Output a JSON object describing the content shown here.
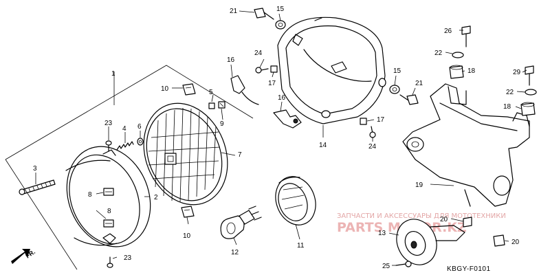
{
  "diagram_code": "KBGY-F0101",
  "direction_label": "FR.",
  "watermark": {
    "line1": "ЗАПЧАСТИ И АКСЕССУАРЫ ДЛЯ МОТОТЕХНИКИ",
    "line2": "PARTS MOTOR.KZ"
  },
  "callouts": {
    "c1": "1",
    "c2": "2",
    "c3": "3",
    "c4": "4",
    "c5": "5",
    "c6": "6",
    "c7": "7",
    "c8a": "8",
    "c8b": "8",
    "c9": "9",
    "c10a": "10",
    "c10b": "10",
    "c11": "11",
    "c12": "12",
    "c13": "13",
    "c14": "14",
    "c15a": "15",
    "c15b": "15",
    "c16a": "16",
    "c16b": "16",
    "c17a": "17",
    "c17b": "17",
    "c18a": "18",
    "c18b": "18",
    "c19": "19",
    "c20a": "20",
    "c20b": "20",
    "c21a": "21",
    "c21b": "21",
    "c22a": "22",
    "c22b": "22",
    "c23a": "23",
    "c23b": "23",
    "c24a": "24",
    "c24b": "24",
    "c25": "25",
    "c26": "26",
    "c29": "29"
  }
}
